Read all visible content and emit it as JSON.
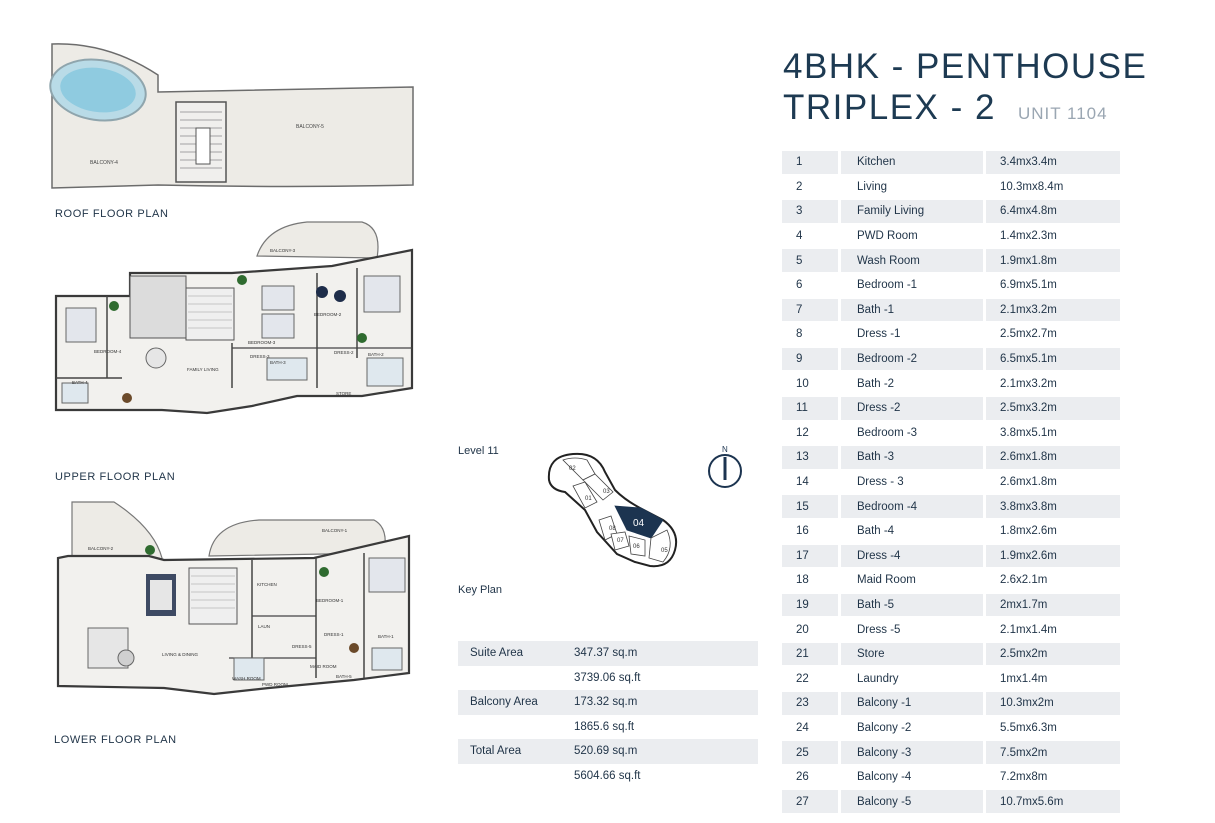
{
  "title": {
    "line1": "4BHK - PENTHOUSE",
    "line2": "TRIPLEX - 2",
    "unit": "UNIT 1104"
  },
  "plans": {
    "roof": "ROOF FLOOR PLAN",
    "upper": "UPPER FLOOR PLAN",
    "lower": "LOWER FLOOR PLAN"
  },
  "roof_labels": {
    "balcony4": "BALCONY-4",
    "balcony5": "BALCONY-5"
  },
  "upper_labels": {
    "balcony": "BALCONY-3",
    "bedroom4": "BEDROOM-4",
    "bedroom3": "BEDROOM-3",
    "bedroom2": "BEDROOM-2",
    "family": "FAMILY LIVING",
    "bath2": "BATH-2",
    "bath3": "BATH-3",
    "bath4": "BATH-4",
    "dress2": "DRESS-2",
    "dress3": "DRESS-3",
    "store": "STORE"
  },
  "lower_labels": {
    "balcony2": "BALCONY-2",
    "balcony1": "BALCONY-1",
    "kitchen": "KITCHEN",
    "bedroom1": "BEDROOM-1",
    "living": "LIVING & DINING",
    "laundry": "LAUN",
    "dress1": "DRESS-1",
    "bath1": "BATH-1",
    "wash": "WASH ROOM",
    "pwd": "PWD ROOM",
    "maid": "MAID ROOM",
    "dress5": "DRESS-5",
    "bath5": "BATH-5"
  },
  "key_plan": {
    "level": "Level  11",
    "label": "Key Plan",
    "compass": "N",
    "units": [
      "02",
      "03",
      "01",
      "04",
      "08",
      "07",
      "06",
      "05"
    ]
  },
  "rooms": [
    {
      "n": "1",
      "name": "Kitchen",
      "dim": "3.4mx3.4m"
    },
    {
      "n": "2",
      "name": "Living",
      "dim": "10.3mx8.4m"
    },
    {
      "n": "3",
      "name": "Family Living",
      "dim": "6.4mx4.8m"
    },
    {
      "n": "4",
      "name": "PWD Room",
      "dim": "1.4mx2.3m"
    },
    {
      "n": "5",
      "name": "Wash Room",
      "dim": "1.9mx1.8m"
    },
    {
      "n": "6",
      "name": "Bedroom -1",
      "dim": "6.9mx5.1m"
    },
    {
      "n": "7",
      "name": "Bath -1",
      "dim": "2.1mx3.2m"
    },
    {
      "n": "8",
      "name": "Dress -1",
      "dim": "2.5mx2.7m"
    },
    {
      "n": "9",
      "name": "Bedroom -2",
      "dim": "6.5mx5.1m"
    },
    {
      "n": "10",
      "name": "Bath -2",
      "dim": "2.1mx3.2m"
    },
    {
      "n": "11",
      "name": "Dress -2",
      "dim": "2.5mx3.2m"
    },
    {
      "n": "12",
      "name": "Bedroom -3",
      "dim": "3.8mx5.1m"
    },
    {
      "n": "13",
      "name": "Bath -3",
      "dim": "2.6mx1.8m"
    },
    {
      "n": "14",
      "name": "Dress - 3",
      "dim": "2.6mx1.8m"
    },
    {
      "n": "15",
      "name": "Bedroom -4",
      "dim": "3.8mx3.8m"
    },
    {
      "n": "16",
      "name": "Bath -4",
      "dim": "1.8mx2.6m"
    },
    {
      "n": "17",
      "name": "Dress -4",
      "dim": "1.9mx2.6m"
    },
    {
      "n": "18",
      "name": "Maid Room",
      "dim": "2.6x2.1m"
    },
    {
      "n": "19",
      "name": "Bath -5",
      "dim": "2mx1.7m"
    },
    {
      "n": "20",
      "name": "Dress -5",
      "dim": "2.1mx1.4m"
    },
    {
      "n": "21",
      "name": "Store",
      "dim": "2.5mx2m"
    },
    {
      "n": "22",
      "name": "Laundry",
      "dim": "1mx1.4m"
    },
    {
      "n": "23",
      "name": "Balcony -1",
      "dim": "10.3mx2m"
    },
    {
      "n": "24",
      "name": "Balcony -2",
      "dim": "5.5mx6.3m"
    },
    {
      "n": "25",
      "name": "Balcony -3",
      "dim": "7.5mx2m"
    },
    {
      "n": "26",
      "name": "Balcony -4",
      "dim": "7.2mx8m"
    },
    {
      "n": "27",
      "name": "Balcony -5",
      "dim": "10.7mx5.6m"
    }
  ],
  "areas": {
    "suite_label": "Suite Area",
    "suite_sqm": "347.37 sq.m",
    "suite_sqft": "3739.06 sq.ft",
    "balcony_label": "Balcony Area",
    "balcony_sqm": "173.32 sq.m",
    "balcony_sqft": "1865.6 sq.ft",
    "total_label": "Total Area",
    "total_sqm": "520.69 sq.m",
    "total_sqft": "5604.66 sq.ft"
  }
}
